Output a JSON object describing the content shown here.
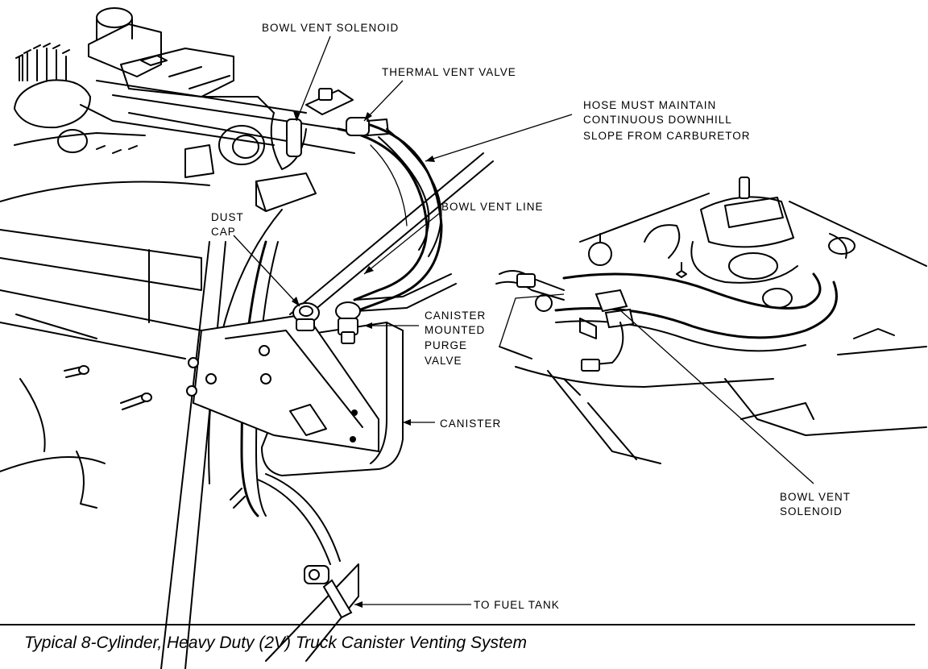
{
  "labels": {
    "bowl_vent_solenoid_top": "BOWL VENT SOLENOID",
    "thermal_vent_valve": "THERMAL VENT VALVE",
    "hose_note_1": "HOSE MUST MAINTAIN",
    "hose_note_2": "CONTINUOUS DOWNHILL",
    "hose_note_3": "SLOPE FROM CARBURETOR",
    "bowl_vent_line": "BOWL VENT LINE",
    "dust_cap_1": "DUST",
    "dust_cap_2": "CAP",
    "purge_valve_1": "CANISTER",
    "purge_valve_2": "MOUNTED",
    "purge_valve_3": "PURGE",
    "purge_valve_4": "VALVE",
    "canister": "CANISTER",
    "bowl_vent_solenoid_right_1": "BOWL VENT",
    "bowl_vent_solenoid_right_2": "SOLENOID",
    "to_fuel_tank": "TO FUEL TANK"
  },
  "caption": "Typical 8-Cylinder, Heavy Duty (2V) Truck Canister Venting System"
}
